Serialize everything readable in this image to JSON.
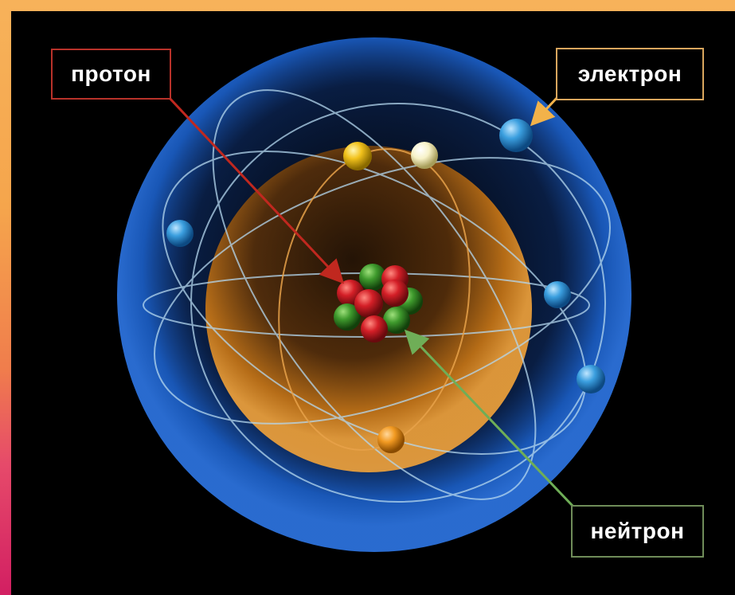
{
  "labels": {
    "proton": "протон",
    "electron": "электрон",
    "neutron": "нейтрон"
  },
  "colors": {
    "frame_top": "#f7b25a",
    "frame_bottom": "#d21f62",
    "background": "#000000",
    "proton": "#d41f27",
    "neutron": "#3f9a2d",
    "electron": "#3b9fdf",
    "orbit": "#b5d8ef",
    "inner_orbit": "#e8a24a",
    "proton_arrow": "#c0281f",
    "electron_arrow": "#f2b24a",
    "neutron_arrow": "#6fae57"
  }
}
